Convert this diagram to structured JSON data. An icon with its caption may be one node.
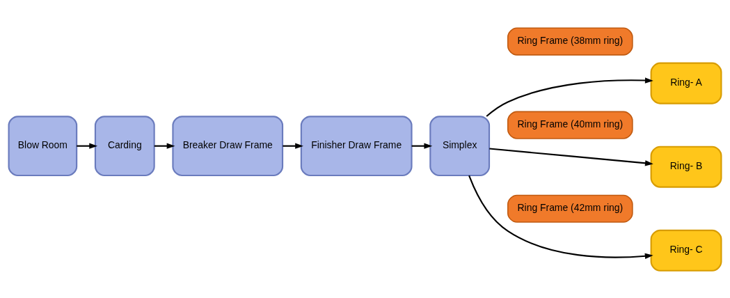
{
  "diagram": {
    "nodes": [
      {
        "text": [
          "Blow Room"
        ]
      },
      {
        "text": [
          "Carding"
        ]
      },
      {
        "text": [
          "Breaker Draw Frame"
        ]
      },
      {
        "text": [
          "Finisher Draw Frame"
        ]
      },
      {
        "text": [
          "Simplex"
        ]
      },
      {
        "text": [
          "Ring Frame (38mm ring)"
        ]
      },
      {
        "text": [
          "Ring- A"
        ]
      },
      {
        "text": [
          "Ring Frame (40mm ring)"
        ]
      },
      {
        "text": [
          "Ring- B"
        ]
      },
      {
        "text": [
          "Ring Frame (42mm ring)"
        ]
      },
      {
        "text": [
          "Ring- C"
        ]
      }
    ],
    "edges": [
      {
        "from": 0,
        "to": 1,
        "arrow": "to"
      },
      {
        "from": 1,
        "to": 2,
        "arrow": "to"
      },
      {
        "from": 2,
        "to": 3,
        "arrow": "to"
      },
      {
        "from": 3,
        "to": 4,
        "arrow": "to"
      },
      {
        "from": 4,
        "to": 6,
        "arrow": "to"
      },
      {
        "from": 4,
        "to": 8,
        "arrow": "to"
      },
      {
        "from": 4,
        "to": 10,
        "arrow": "to"
      }
    ]
  }
}
